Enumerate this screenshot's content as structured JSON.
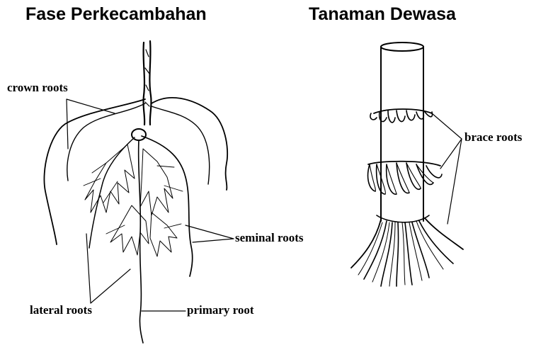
{
  "titles": {
    "seedling": "Fase Perkecambahan",
    "mature": "Tanaman Dewasa"
  },
  "labels": {
    "crown_roots": "crown roots",
    "seminal_roots": "seminal roots",
    "lateral_roots": "lateral roots",
    "primary_root": "primary root",
    "brace_roots": "brace roots"
  }
}
